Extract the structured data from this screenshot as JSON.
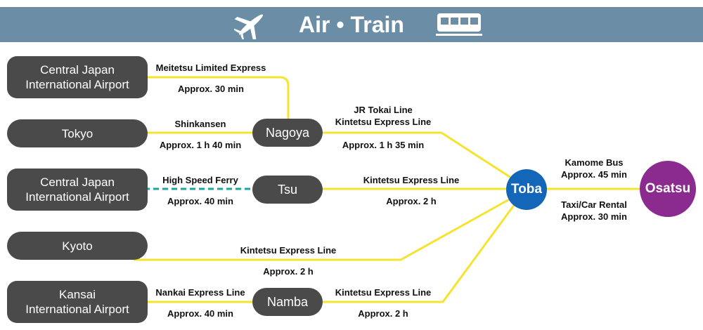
{
  "header": {
    "title": "Air • Train",
    "plane_icon": "airplane-icon",
    "train_icon": "train-icon"
  },
  "colors": {
    "header_bg": "#6b8ea6",
    "node_bg": "#4a4a4a",
    "rail_line": "#f5e330",
    "ferry_line": "#1aa79b",
    "toba": "#1466b8",
    "osatsu": "#8b2a8f"
  },
  "origins": {
    "airport1": "Central Japan\nInternational Airport",
    "tokyo": "Tokyo",
    "airport2": "Central Japan\nInternational Airport",
    "kyoto": "Kyoto",
    "kansai": "Kansai\nInternational Airport"
  },
  "hubs": {
    "nagoya": "Nagoya",
    "tsu": "Tsu",
    "namba": "Namba"
  },
  "destinations": {
    "toba": "Toba",
    "osatsu": "Osatsu"
  },
  "routes": {
    "airport1_nagoya": {
      "line": "Meitetsu Limited Express",
      "time": "Approx. 30 min"
    },
    "tokyo_nagoya": {
      "line": "Shinkansen",
      "time": "Approx. 1 h 40 min"
    },
    "nagoya_toba": {
      "line1": "JR Tokai Line",
      "line2": "Kintetsu Express Line",
      "time": "Approx. 1 h 35 min"
    },
    "airport2_tsu": {
      "line": "High Speed Ferry",
      "time": "Approx. 40 min"
    },
    "tsu_toba": {
      "line": "Kintetsu Express Line",
      "time": "Approx. 2 h"
    },
    "kyoto_toba": {
      "line": "Kintetsu Express Line",
      "time": "Approx. 2 h"
    },
    "kansai_namba": {
      "line": "Nankai Express Line",
      "time": "Approx. 40 min"
    },
    "namba_toba": {
      "line": "Kintetsu Express Line",
      "time": "Approx. 2 h"
    },
    "toba_osatsu_bus": {
      "line": "Kamome Bus",
      "time": "Approx. 45 min"
    },
    "toba_osatsu_taxi": {
      "line": "Taxi/Car Rental",
      "time": "Approx. 30 min"
    }
  }
}
